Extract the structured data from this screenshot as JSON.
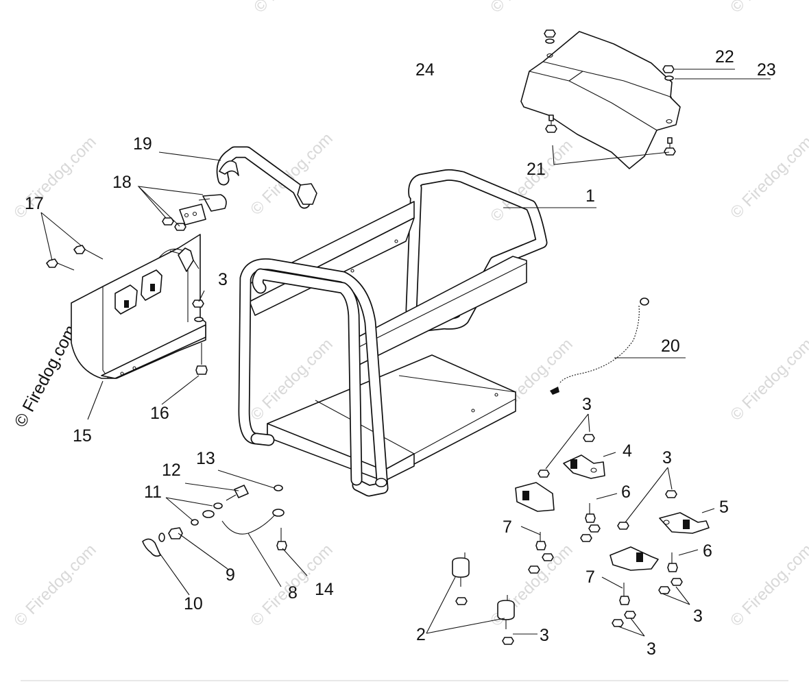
{
  "callouts": {
    "c1": "1",
    "c2": "2",
    "c3a": "3",
    "c3b": "3",
    "c3c": "3",
    "c3d": "3",
    "c3e": "3",
    "c3f": "3",
    "c4": "4",
    "c5": "5",
    "c6a": "6",
    "c6b": "6",
    "c7a": "7",
    "c7b": "7",
    "c8": "8",
    "c9": "9",
    "c10": "10",
    "c11": "11",
    "c12": "12",
    "c13": "13",
    "c14": "14",
    "c15": "15",
    "c16": "16",
    "c17": "17",
    "c18": "18",
    "c19": "19",
    "c20": "20",
    "c21": "21",
    "c22": "22",
    "c23": "23",
    "c24": "24"
  },
  "watermark": "© Firedog.com",
  "colors": {
    "line": "#111111",
    "watermark": "#d8d8d8",
    "background": "#ffffff"
  }
}
